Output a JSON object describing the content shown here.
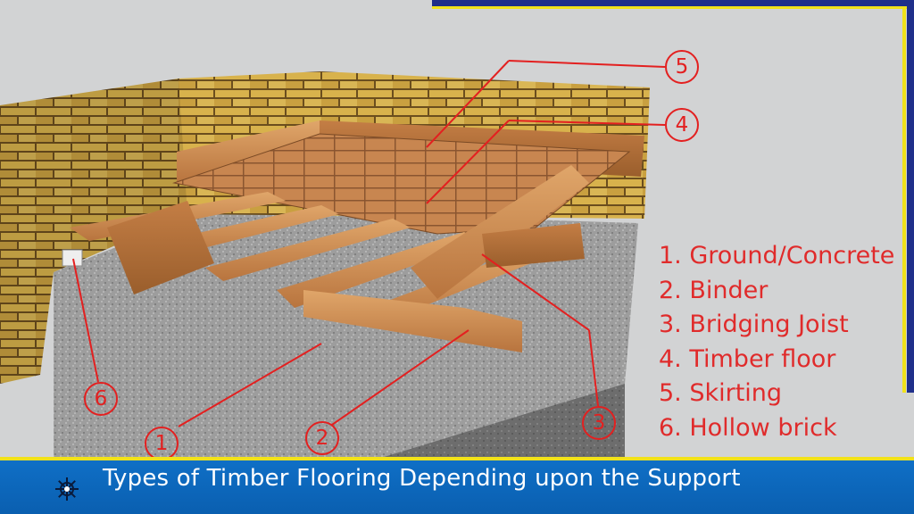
{
  "legend": {
    "items": [
      "1. Ground/Concrete",
      "2. Binder",
      "3. Bridging Joist",
      "4. Timber floor",
      "5. Skirting",
      "6. Hollow brick"
    ]
  },
  "callouts": [
    "1",
    "2",
    "3",
    "4",
    "5",
    "6"
  ],
  "footer": {
    "title": "Types of Timber Flooring Depending upon the Support",
    "icon": "helm-icon"
  },
  "colors": {
    "accent_red": "#e32020",
    "frame_blue": "#1f2f8a",
    "frame_yellow": "#f1e21a",
    "footer_blue": "#0f6fc6"
  }
}
